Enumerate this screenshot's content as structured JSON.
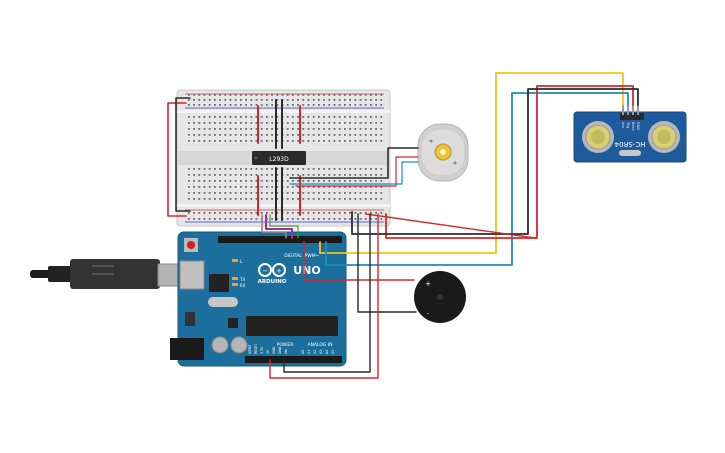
{
  "components": {
    "breadboard": {
      "name": "breadboard-mini"
    },
    "motor_driver": {
      "label": "L293D"
    },
    "dc_motor": {
      "name": "dc-motor"
    },
    "ultrasonic_sensor": {
      "model": "HC-SR04",
      "pins": [
        "Vcc",
        "Trig",
        "Echo",
        "GND"
      ]
    },
    "arduino": {
      "brand": "ARDUINO",
      "model": "UNO",
      "header_digital": "DIGITAL",
      "header_pwm": "PWM~",
      "header_power": "POWER",
      "header_analog": "ANALOG IN",
      "led_labels": [
        "L",
        "TX",
        "RX"
      ],
      "power_pins": [
        "IOREF",
        "RESET",
        "3.3V",
        "5V",
        "GND",
        "GND",
        "Vin"
      ],
      "analog_pins": [
        "A0",
        "A1",
        "A2",
        "A3",
        "A4",
        "A5"
      ]
    },
    "buzzer": {
      "plus": "+",
      "minus": "-"
    }
  },
  "wire_colors": {
    "red": "#d9262c",
    "black": "#2b2b2b",
    "yellow": "#f2c418",
    "blue": "#1e8bc3",
    "magenta": "#b0279a",
    "green": "#3a9b3a"
  }
}
